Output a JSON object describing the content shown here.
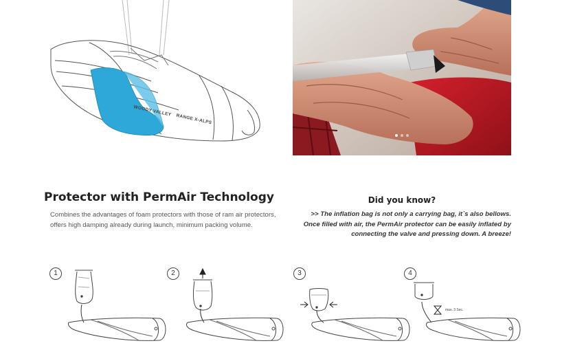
{
  "illustration": {
    "brand_text": "WOODY VALLEY",
    "model_text": "RANGE X-ALPS",
    "accent_color": "#2ea7d9"
  },
  "carousel": {
    "dot_count": 3,
    "active_index": 0
  },
  "main": {
    "title": "Protector with PermAir Technology",
    "description": "Combines the advantages of foam protectors with those of ram air protectors, offers high damping already during launch, minimum packing volume."
  },
  "did_you_know": {
    "title": "Did you know?",
    "text": ">> The inflation bag is not only a carrying bag, it`s also bellows. Once filled with air, the PermAir protector can be easily inflated by connecting the valve and pressing down. A breeze!"
  },
  "steps": [
    {
      "number": "1"
    },
    {
      "number": "2"
    },
    {
      "number": "3"
    },
    {
      "number": "4",
      "note": "max. 3 Sec."
    }
  ]
}
